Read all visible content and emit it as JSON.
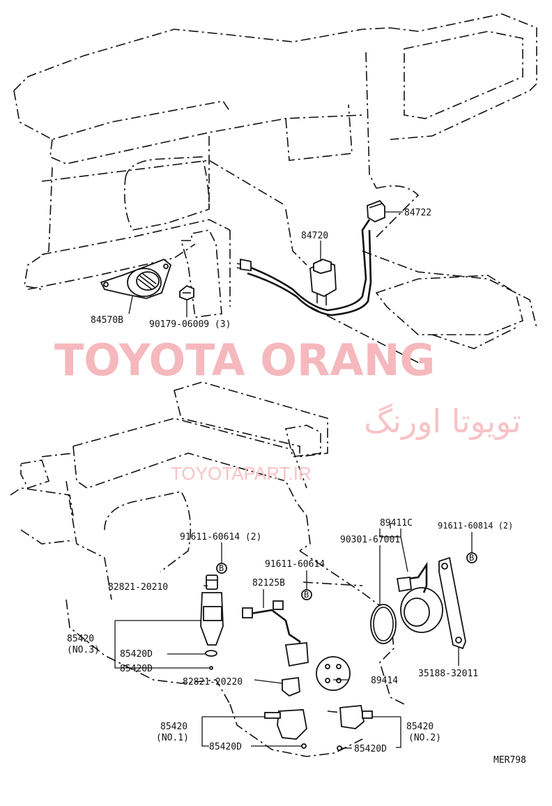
{
  "diagram": {
    "code": "MER798",
    "labels": {
      "p84722": "84722",
      "p84720": "84720",
      "p84570B": "84570B",
      "p90179": "90179-06009 (3)",
      "p89411C": "89411C",
      "p90301": "90301-67001",
      "p91611_60814": "91611-60814 (2)",
      "p91611_60614_2": "91611-60614 (2)",
      "p91611_60614": "91611-60614",
      "p82821_20210": "82821-20210",
      "p82125B": "82125B",
      "p85420_no3_a": "85420",
      "p85420_no3_b": "(NO.3)",
      "p85420D_1": "85420D",
      "p85420D_2": "85420D",
      "p82821_20220": "82821-20220",
      "p89414": "89414",
      "p35188": "35188-32011",
      "p85420_no1_a": "85420",
      "p85420_no1_b": "(NO.1)",
      "p85420D_3": "85420D",
      "p85420_no2_a": "85420",
      "p85420_no2_b": "(NO.2)",
      "p85420D_4": "85420D",
      "bolt_letter_1": "B",
      "bolt_letter_2": "B",
      "bolt_letter_3": "B"
    }
  },
  "watermark": {
    "brand": "TOYOTA ORANG",
    "persian": "تویوتا اورنگ",
    "url": "TOYOTAPART.IR"
  }
}
